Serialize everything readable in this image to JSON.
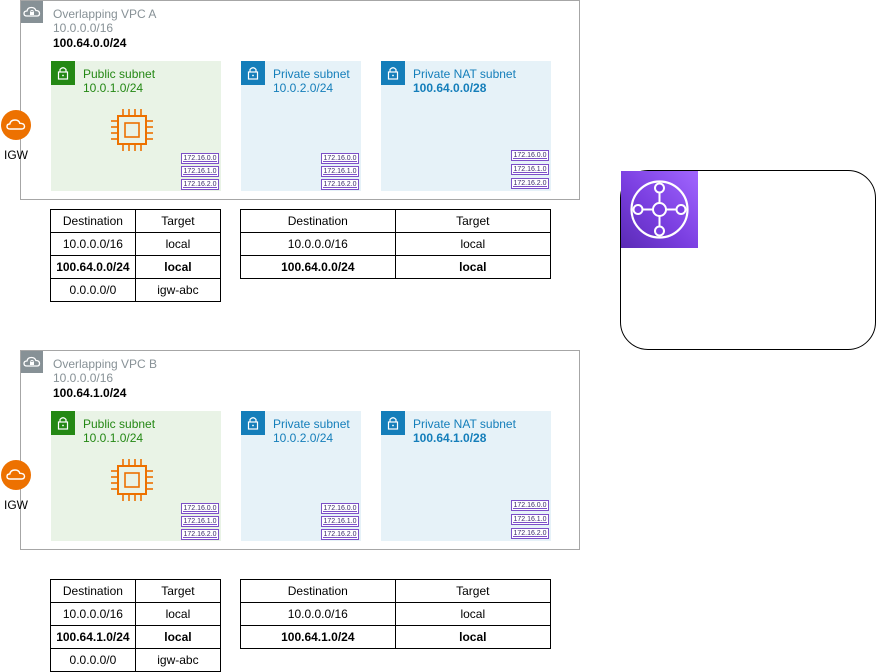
{
  "vpc_a": {
    "title": "Overlapping VPC A",
    "cidr": "10.0.0.0/16",
    "secondary_cidr": "100.64.0.0/24",
    "public_subnet": {
      "name": "Public subnet",
      "cidr": "10.0.1.0/24"
    },
    "private_subnet": {
      "name": "Private subnet",
      "cidr": "10.0.2.0/24"
    },
    "nat_subnet": {
      "name": "Private NAT subnet",
      "cidr": "100.64.0.0/28"
    }
  },
  "vpc_b": {
    "title": "Overlapping VPC B",
    "cidr": "10.0.0.0/16",
    "secondary_cidr": "100.64.1.0/24",
    "public_subnet": {
      "name": "Public subnet",
      "cidr": "10.0.1.0/24"
    },
    "private_subnet": {
      "name": "Private subnet",
      "cidr": "10.0.2.0/24"
    },
    "nat_subnet": {
      "name": "Private NAT subnet",
      "cidr": "100.64.1.0/28"
    }
  },
  "eni_ips": [
    "172.16.0.0",
    "172.16.1.0",
    "172.16.2.0"
  ],
  "igw_label": "IGW",
  "route_tables": {
    "header": {
      "destination": "Destination",
      "target": "Target"
    },
    "a_public": [
      {
        "destination": "10.0.0.0/16",
        "target": "local"
      },
      {
        "destination": "100.64.0.0/24",
        "target": "local"
      },
      {
        "destination": "0.0.0.0/0",
        "target": "igw-abc"
      }
    ],
    "a_private": [
      {
        "destination": "10.0.0.0/16",
        "target": "local"
      },
      {
        "destination": "100.64.0.0/24",
        "target": "local"
      }
    ],
    "b_public": [
      {
        "destination": "10.0.0.0/16",
        "target": "local"
      },
      {
        "destination": "100.64.1.0/24",
        "target": "local"
      },
      {
        "destination": "0.0.0.0/0",
        "target": "igw-abc"
      }
    ],
    "b_private": [
      {
        "destination": "10.0.0.0/16",
        "target": "local"
      },
      {
        "destination": "100.64.1.0/24",
        "target": "local"
      }
    ]
  },
  "colors": {
    "public_green": "#248814",
    "private_blue": "#147eba",
    "igw_orange": "#ed7100",
    "tgw_purple": "#7a3ee0",
    "eni_purple": "#7d4fc8"
  },
  "icons": {
    "vpc": "vpc-cloud-lock-icon",
    "subnet": "padlock-icon",
    "instance": "ec2-chip-icon",
    "igw": "internet-gateway-cloud-icon",
    "eni": "network-interface-icon",
    "tgw": "transit-gateway-icon"
  }
}
